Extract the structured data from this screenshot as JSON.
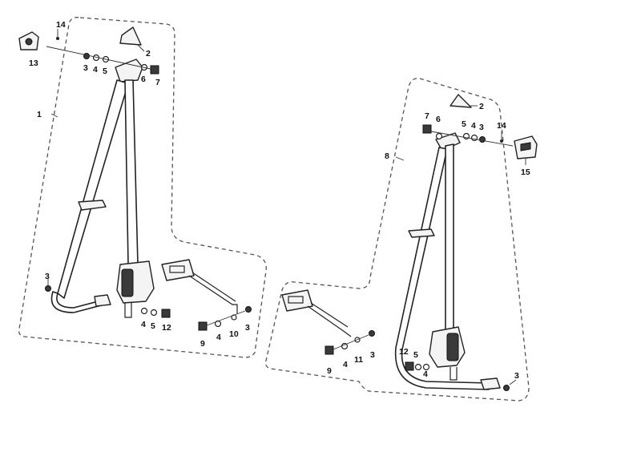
{
  "labels": {
    "left": {
      "p1": "1",
      "p2": "2",
      "p3a": "3",
      "p4a": "4",
      "p5a": "5",
      "p6": "6",
      "p7": "7",
      "p13": "13",
      "p14": "14",
      "p3b": "3",
      "p4b": "4",
      "p5b": "5",
      "p12": "12",
      "p9": "9",
      "p4c": "4",
      "p10": "10",
      "p3c": "3"
    },
    "right": {
      "p8": "8",
      "p2": "2",
      "p7": "7",
      "p6": "6",
      "p5a": "5",
      "p4a": "4",
      "p3a": "3",
      "p14": "14",
      "p15": "15",
      "p9": "9",
      "p4b": "4",
      "p11": "11",
      "p3b": "3",
      "p12": "12",
      "p5b": "5",
      "p4c": "4",
      "p3c": "3"
    }
  }
}
